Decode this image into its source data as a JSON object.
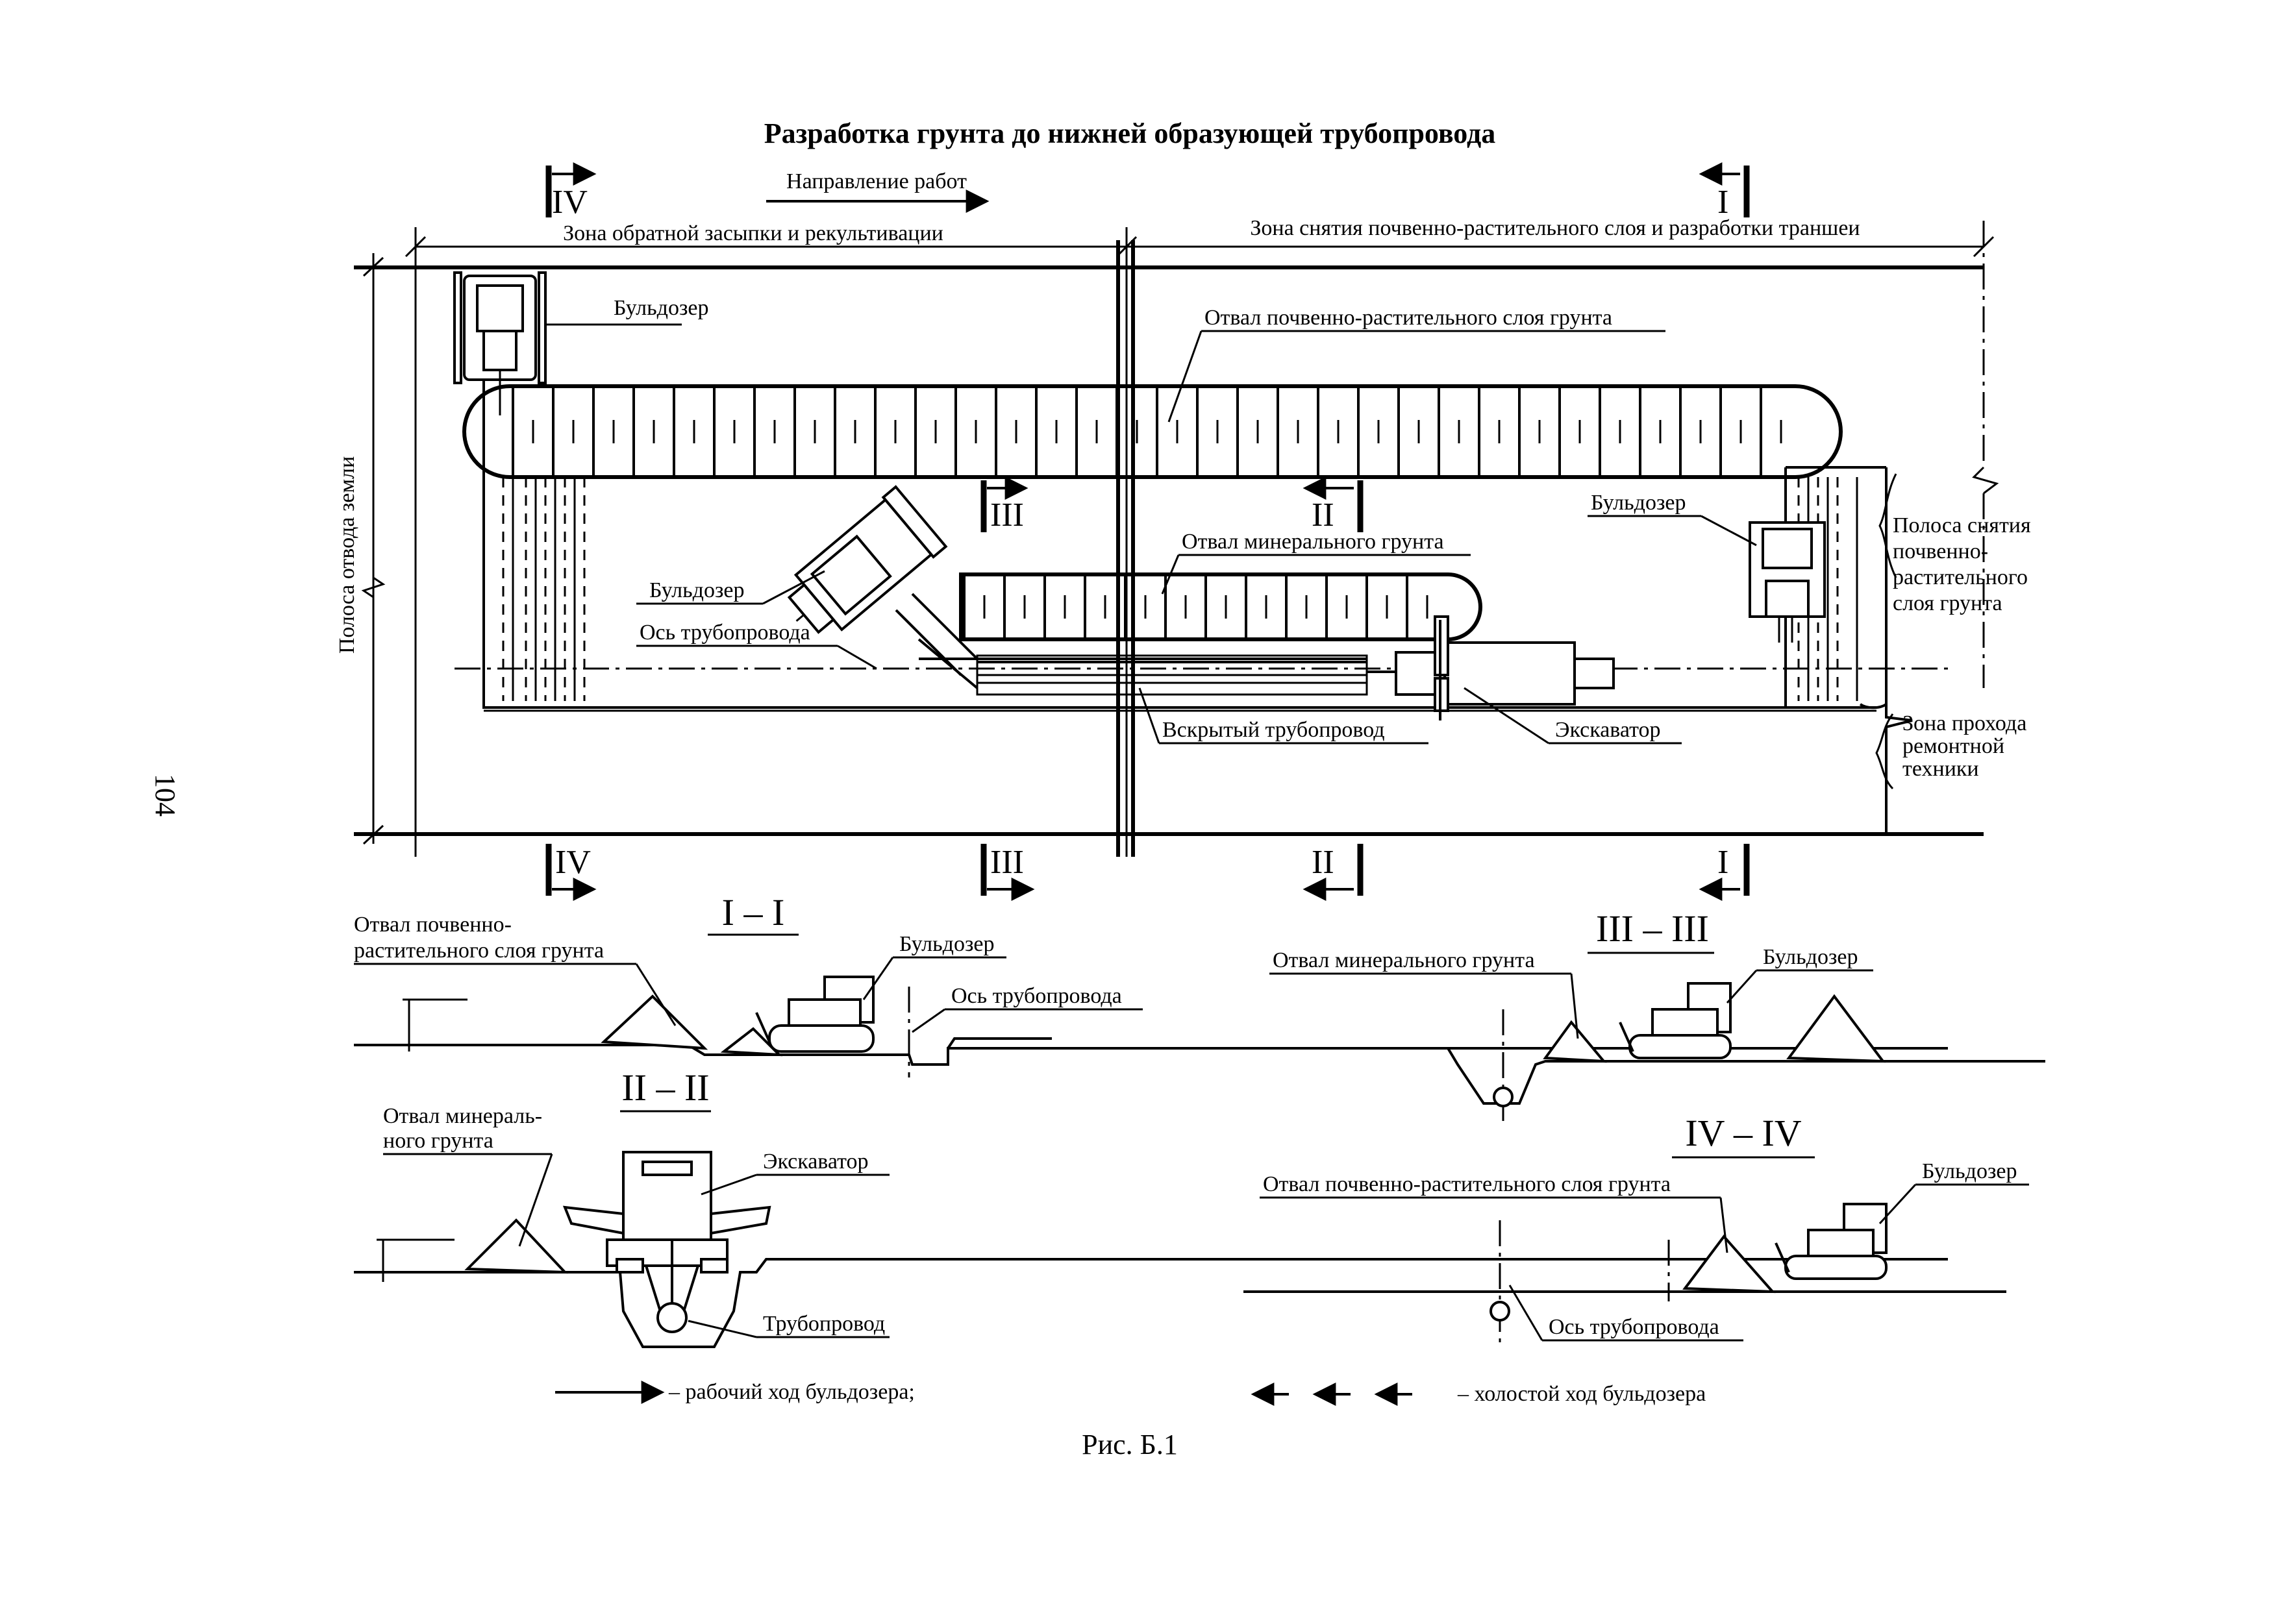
{
  "title": "Разработка грунта до нижней образующей трубопровода",
  "page_number": "104",
  "direction_label": "Направление работ",
  "zones": {
    "backfill": "Зона обратной засыпки и рекультивации",
    "stripping": "Зона снятия почвенно-растительного слоя и разработки траншеи",
    "right_of_way": "Полоса отвода земли",
    "topsoil_strip": [
      "Полоса снятия",
      "почвенно-",
      "растительного",
      "слоя грунта"
    ],
    "repair_pass": [
      "Зона прохода",
      "ремонтной",
      "техники"
    ]
  },
  "plan_labels": {
    "bulldozer_top": "Бульдозер",
    "bulldozer_mid": "Бульдозер",
    "bulldozer_right": "Бульдозер",
    "topsoil_dump": "Отвал почвенно-растительного слоя грунта",
    "mineral_dump": "Отвал минерального грунта",
    "pipeline_axis": "Ось трубопровода",
    "opened_pipeline": "Вскрытый трубопровод",
    "excavator": "Экскаватор"
  },
  "section_marks": {
    "I": "I",
    "II": "II",
    "III": "III",
    "IV": "IV"
  },
  "sections": {
    "s1": {
      "title": "I – I",
      "topsoil_dump": [
        "Отвал почвенно-",
        "растительного слоя грунта"
      ],
      "bulldozer": "Бульдозер",
      "axis": "Ось трубопровода"
    },
    "s2": {
      "title": "II – II",
      "mineral_dump": [
        "Отвал минераль-",
        "ного грунта"
      ],
      "excavator": "Экскаватор",
      "pipeline": "Трубопровод"
    },
    "s3": {
      "title": "III – III",
      "mineral_dump": "Отвал минерального грунта",
      "bulldozer": "Бульдозер"
    },
    "s4": {
      "title": "IV – IV",
      "topsoil_dump": "Отвал почвенно-растительного слоя грунта",
      "bulldozer": "Бульдозер",
      "axis": "Ось трубопровода"
    }
  },
  "legend": {
    "working": "– рабочий ход бульдозера;",
    "idle": "– холостой ход бульдозера"
  },
  "caption": "Рис. Б.1"
}
